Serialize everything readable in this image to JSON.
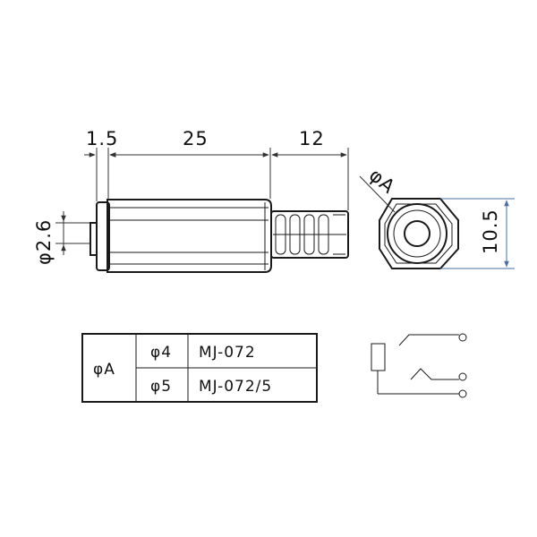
{
  "dimensions": {
    "flange_width": "1.5",
    "body_length": "25",
    "spring_length": "12",
    "pin_diameter": "φ2.6",
    "hex_height": "10.5",
    "hole_diameter": "φA"
  },
  "table": {
    "header": "φA",
    "rows": [
      {
        "diameter": "φ4",
        "model": "MJ-072"
      },
      {
        "diameter": "φ5",
        "model": "MJ-072/5"
      }
    ]
  },
  "colors": {
    "line": "#1a1a1a",
    "dimension_blue": "#4a6fa5"
  }
}
